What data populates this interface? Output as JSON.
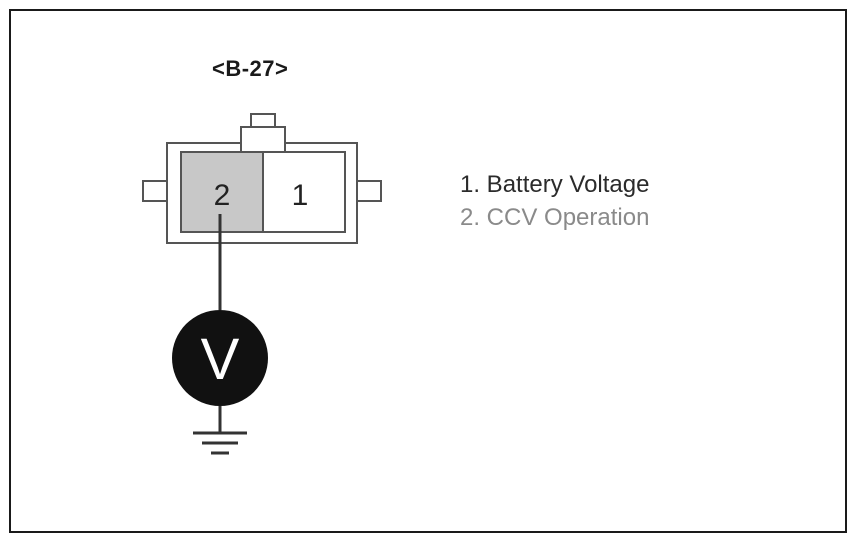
{
  "connector": {
    "id": "<B-27>",
    "pins": [
      {
        "number": "2",
        "shaded": true
      },
      {
        "number": "1",
        "shaded": false
      }
    ]
  },
  "legend": {
    "items": [
      {
        "text": "1. Battery Voltage",
        "color": "#2b2b2b"
      },
      {
        "text": "2. CCV Operation",
        "color": "#8a8a8a"
      }
    ]
  },
  "meter": {
    "symbol": "V"
  },
  "colors": {
    "pin_shade": "#c8c8c8",
    "meter_fill": "#111111",
    "line": "#333333"
  }
}
